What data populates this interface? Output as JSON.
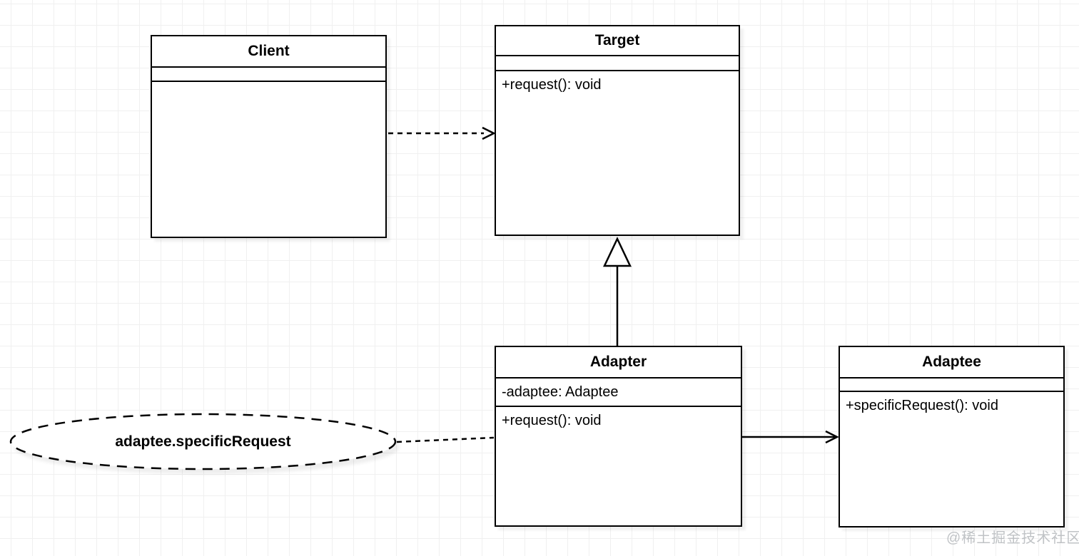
{
  "diagram": {
    "type": "uml-class-diagram",
    "pattern": "Adapter",
    "classes": [
      {
        "name": "Client",
        "attributes": [],
        "methods": []
      },
      {
        "name": "Target",
        "attributes": [],
        "methods": [
          "+request(): void"
        ]
      },
      {
        "name": "Adapter",
        "attributes": [
          "-adaptee: Adaptee"
        ],
        "methods": [
          "+request(): void"
        ]
      },
      {
        "name": "Adaptee",
        "attributes": [],
        "methods": [
          "+specificRequest(): void"
        ]
      }
    ],
    "note": {
      "label": "adaptee.specificRequest",
      "shape": "dashed-ellipse"
    },
    "relationships": [
      {
        "from": "Client",
        "to": "Target",
        "type": "dependency",
        "style": "dashed-line-open-arrow"
      },
      {
        "from": "Adapter",
        "to": "Target",
        "type": "generalization",
        "style": "solid-line-hollow-triangle"
      },
      {
        "from": "Adapter",
        "to": "Adaptee",
        "type": "association",
        "style": "solid-line-open-arrow"
      },
      {
        "from": "note",
        "to": "Adapter",
        "type": "note-link",
        "style": "dashed-line"
      }
    ],
    "watermark": "@稀土掘金技术社区",
    "colors": {
      "stroke": "#000000",
      "fill": "#ffffff",
      "grid_line": "#f0f0f0",
      "watermark": "#969ba0"
    }
  }
}
